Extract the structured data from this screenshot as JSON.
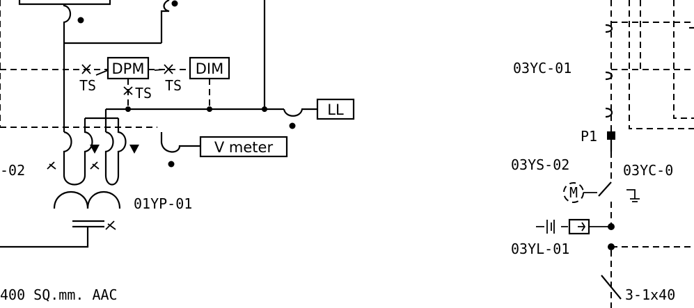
{
  "diagram": {
    "left_panel": {
      "relay_dpm": "DPM",
      "relay_dim": "DIM",
      "ts_left": "TS",
      "ts_mid": "TS",
      "ts_right": "TS",
      "lamp_box": "LL",
      "meter_box": "V meter",
      "pt_tag": "01YP-01",
      "cable_spec": "400 SQ.mm. AAC",
      "partial_tag": "-02"
    },
    "right_panel": {
      "cb_tag_top": "03YC-01",
      "point_tag": "P1",
      "ls_tag": "03YS-02",
      "cb_tag_right": "03YC-0",
      "motor": "M",
      "lv_tag": "03YL-01",
      "cable_spec": "3-1x40"
    }
  }
}
